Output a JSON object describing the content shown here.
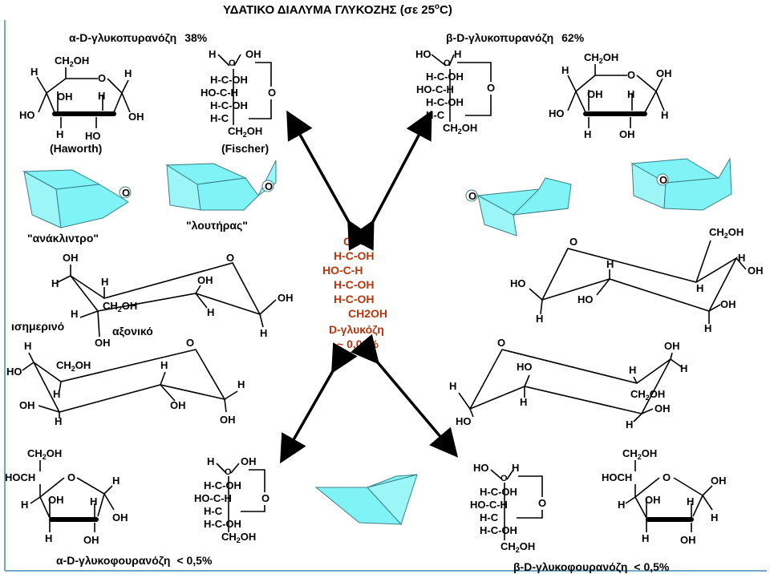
{
  "title": "ΥΔΑΤΙΚΟ ΔΙΑΛΥΜΑ ΓΛΥΚΟΖΗΣ (σε 25",
  "title_deg": "o",
  "title_end": "C)",
  "alpha_pyranose": {
    "name": "α-D-γλυκοπυρανόζη",
    "percent": "38%",
    "haworth_caption": "(Haworth)",
    "fischer_caption": "(Fischer)"
  },
  "beta_pyranose": {
    "name": "β-D-γλυκοπυρανόζη",
    "percent": "62%"
  },
  "shapes": {
    "recliner": "\"ανάκλιντρο\"",
    "bathtub": "\"λουτήρας\""
  },
  "chair_labels": {
    "equatorial": "ισημερινό",
    "axial": "αξονικό"
  },
  "open_chain": {
    "lines": [
      "CHO",
      "H-C-OH",
      "HO-C-H",
      "H-C-OH",
      "H-C-OH",
      "CH2OH"
    ],
    "name": "D-γλυκόζη",
    "percent": "~ 0,02%"
  },
  "alpha_furanose": {
    "name": "α-D-γλυκοφουρανόζη",
    "percent": "< 0,5%"
  },
  "beta_furanose": {
    "name": "β-D-γλυκοφουρανόζη",
    "percent": "< 0,5%"
  },
  "atoms": {
    "H": "H",
    "OH": "OH",
    "HO": "HO",
    "O": "O",
    "CH2": "CH",
    "two": "2",
    "HOCH": "HOCH",
    "HC": "H-C",
    "HCOH": "H-C-OH",
    "HOCH2": "HO-C-H",
    "CH2OH_f": "CH",
    "OHtail": "OH"
  }
}
